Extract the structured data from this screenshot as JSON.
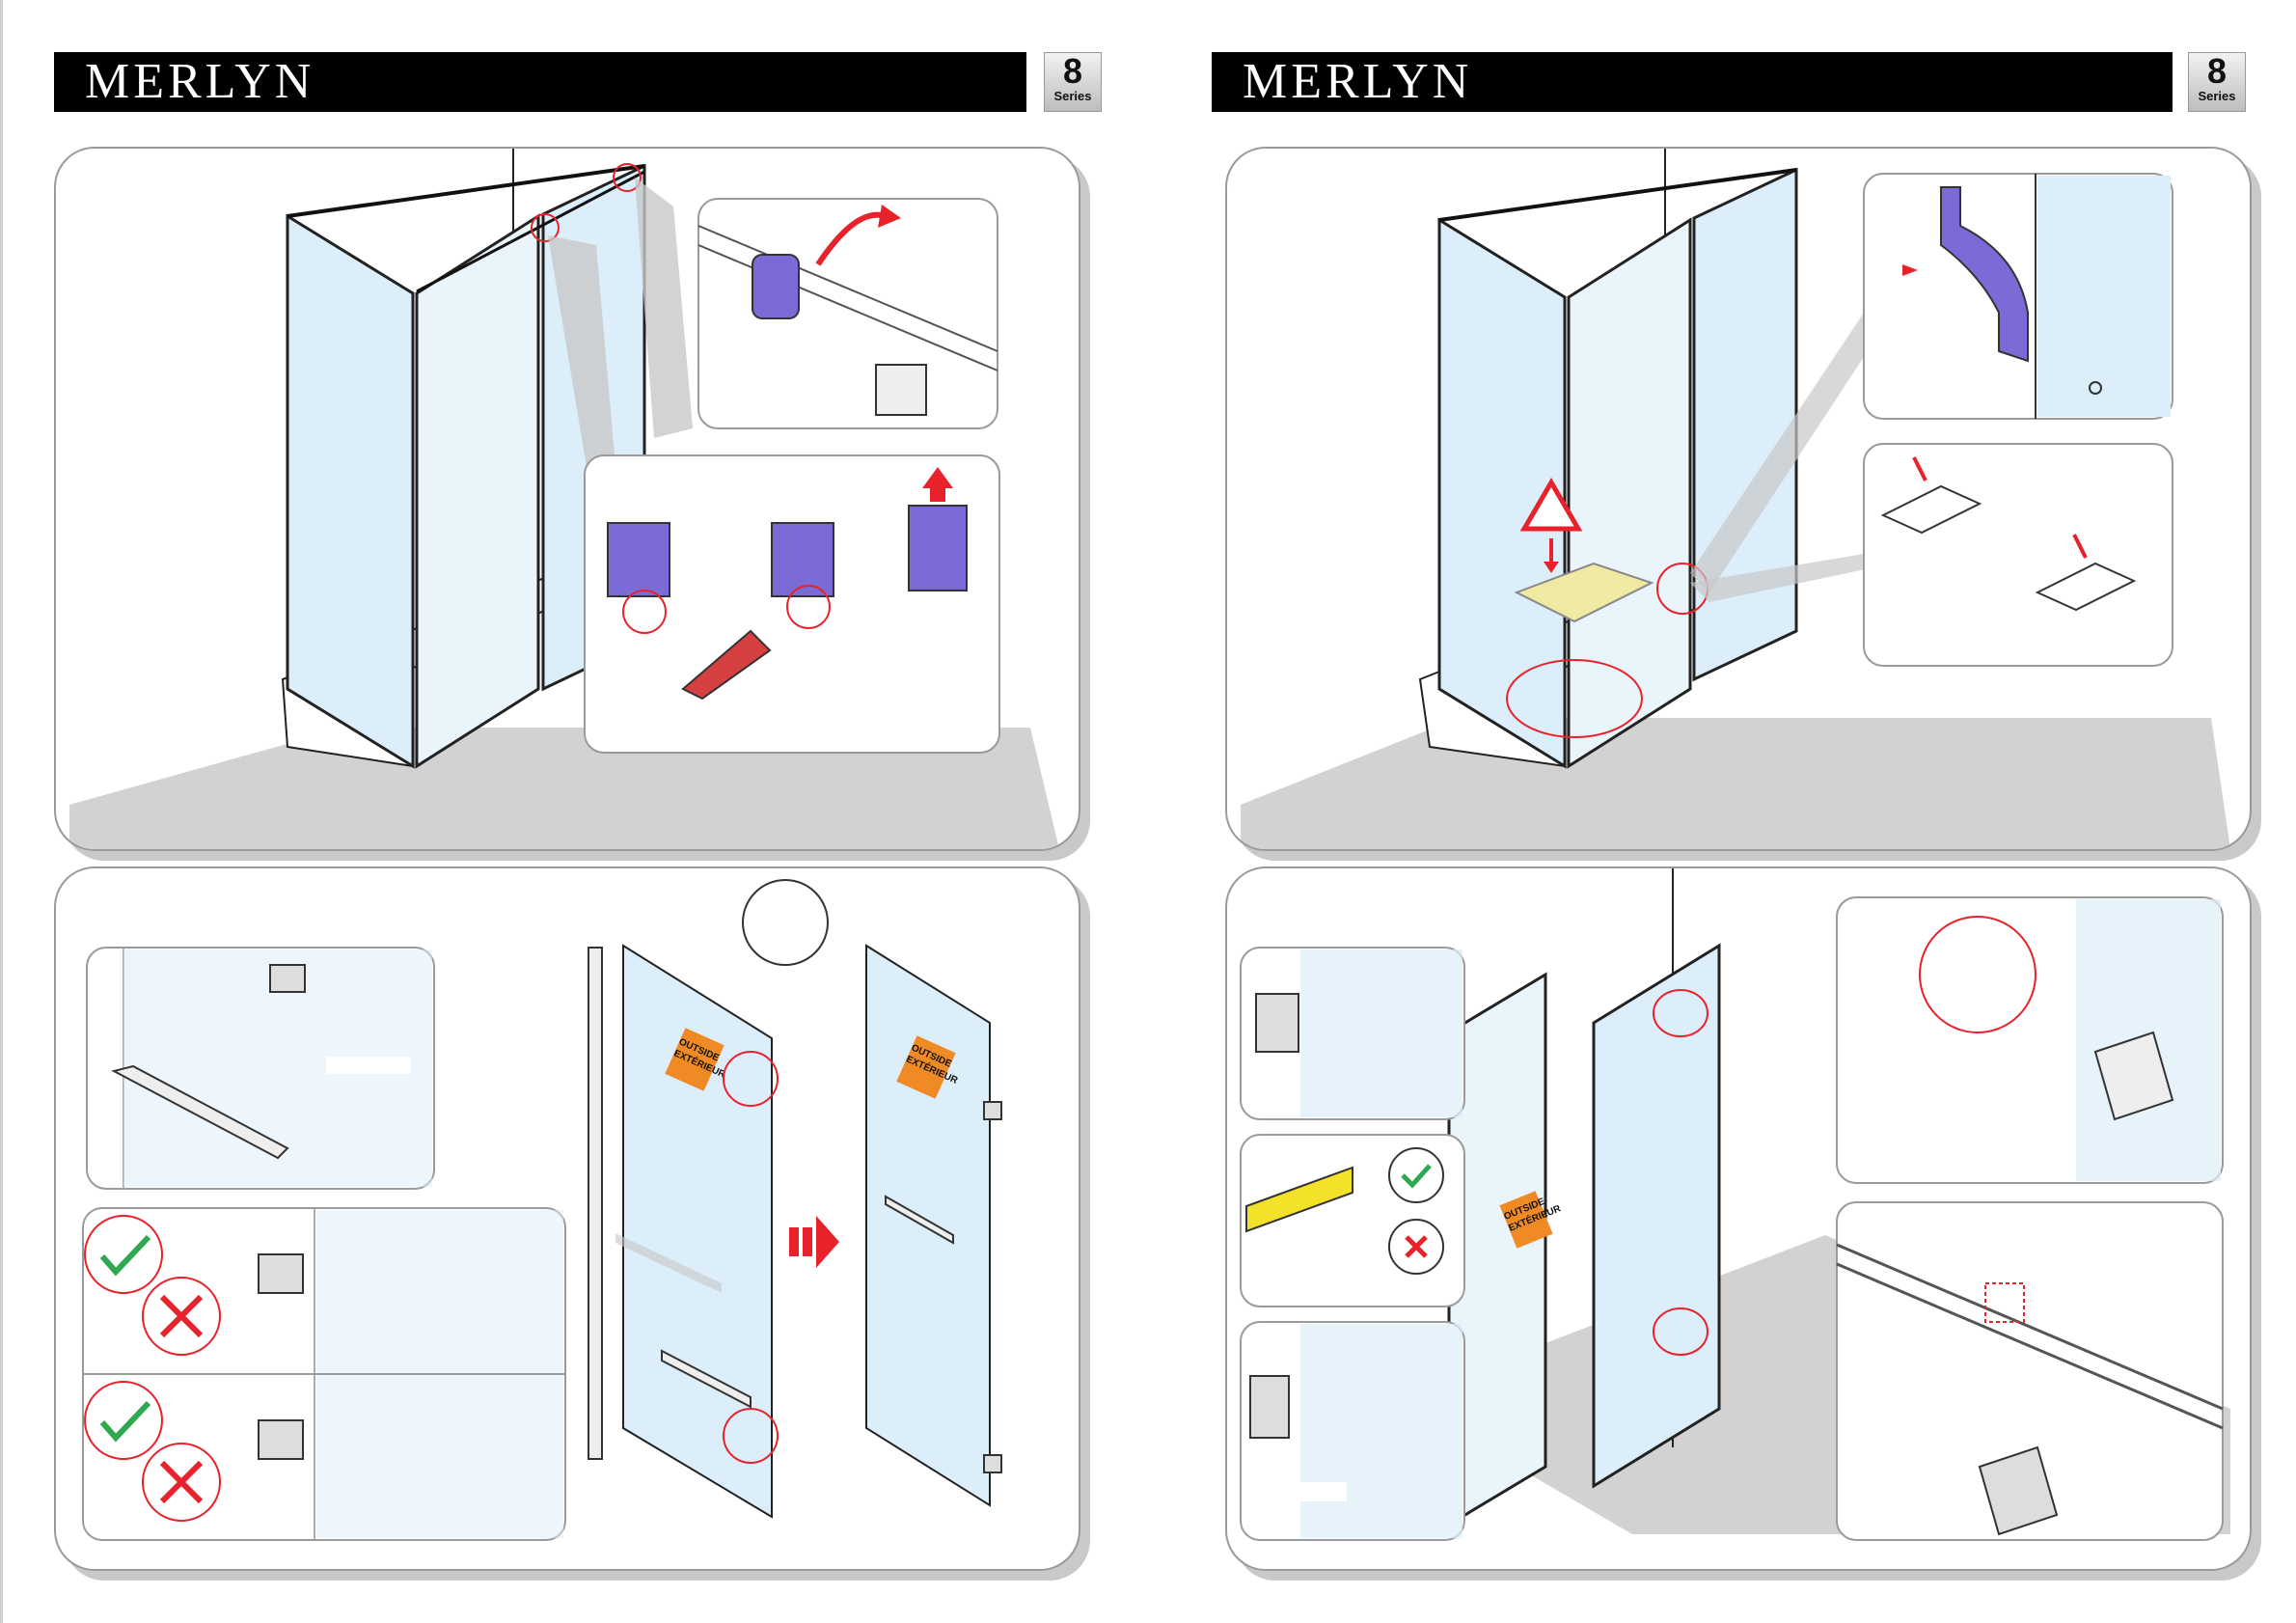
{
  "pages": [
    {
      "brand": "MERLYN",
      "series_number": "8",
      "series_label": "Series"
    },
    {
      "brand": "MERLYN",
      "series_number": "8",
      "series_label": "Series"
    }
  ],
  "labels": {
    "outside_exterieur_1": [
      "OUTSIDE",
      "EXTÉRIEUR"
    ],
    "outside_exterieur_2": [
      "OUTSIDE",
      "EXTÉRIEUR"
    ],
    "outside_exterieur_3": [
      "OUTSIDE",
      "EXTÉRIEUR"
    ]
  },
  "colors": {
    "brand_bar": "#000000",
    "glass": "#dceefa",
    "bracket": "#7a6bd6",
    "arrow": "#e8222b",
    "label_orange": "#f08a24",
    "foam_block": "#efe9a3",
    "spirit_level": "#f3e12a",
    "check": "#2fa84f",
    "floor": "#d2d2d2"
  },
  "icons": [
    "curved-arrow-icon",
    "red-arrow-icon",
    "warning-triangle-icon",
    "check-icon",
    "cross-icon",
    "pliers-icon",
    "spirit-level-icon"
  ]
}
